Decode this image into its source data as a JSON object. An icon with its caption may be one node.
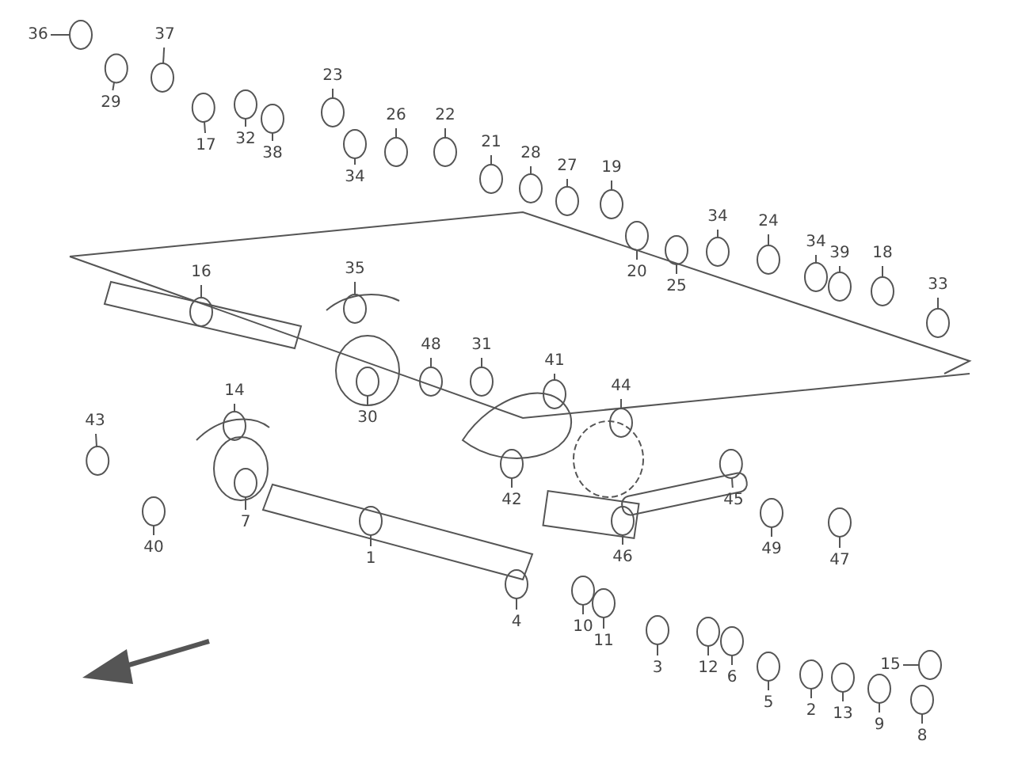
{
  "diagram": {
    "nodes": [
      {
        "text": [
          "36"
        ]
      },
      {
        "text": [
          "37"
        ]
      },
      {
        "text": [
          "29"
        ]
      },
      {
        "text": [
          "17"
        ]
      },
      {
        "text": [
          "32"
        ]
      },
      {
        "text": [
          "38"
        ]
      },
      {
        "text": [
          "23"
        ]
      },
      {
        "text": [
          "34"
        ]
      },
      {
        "text": [
          "26"
        ]
      },
      {
        "text": [
          "22"
        ]
      },
      {
        "text": [
          "21"
        ]
      },
      {
        "text": [
          "28"
        ]
      },
      {
        "text": [
          "27"
        ]
      },
      {
        "text": [
          "19"
        ]
      },
      {
        "text": [
          "20"
        ]
      },
      {
        "text": [
          "25"
        ]
      },
      {
        "text": [
          "34"
        ]
      },
      {
        "text": [
          "24"
        ]
      },
      {
        "text": [
          "34"
        ]
      },
      {
        "text": [
          "39"
        ]
      },
      {
        "text": [
          "18"
        ]
      },
      {
        "text": [
          "33"
        ]
      },
      {
        "text": [
          "16"
        ]
      },
      {
        "text": [
          "35"
        ]
      },
      {
        "text": [
          "48"
        ]
      },
      {
        "text": [
          "31"
        ]
      },
      {
        "text": [
          "41"
        ]
      },
      {
        "text": [
          "44"
        ]
      },
      {
        "text": [
          "30"
        ]
      },
      {
        "text": [
          "14"
        ]
      },
      {
        "text": [
          "43"
        ]
      },
      {
        "text": [
          "7"
        ]
      },
      {
        "text": [
          "40"
        ]
      },
      {
        "text": [
          "42"
        ]
      },
      {
        "text": [
          "45"
        ]
      },
      {
        "text": [
          "46"
        ]
      },
      {
        "text": [
          "1"
        ]
      },
      {
        "text": [
          "49"
        ]
      },
      {
        "text": [
          "47"
        ]
      },
      {
        "text": [
          "4"
        ]
      },
      {
        "text": [
          "10"
        ]
      },
      {
        "text": [
          "11"
        ]
      },
      {
        "text": [
          "3"
        ]
      },
      {
        "text": [
          "12"
        ]
      },
      {
        "text": [
          "6"
        ]
      },
      {
        "text": [
          "5"
        ]
      },
      {
        "text": [
          "2"
        ]
      },
      {
        "text": [
          "13"
        ]
      },
      {
        "text": [
          "9"
        ]
      },
      {
        "text": [
          "15"
        ]
      },
      {
        "text": [
          "8"
        ]
      },
      {
        "text": [],
        "shape": "circle"
      },
      {
        "text": [],
        "shape": "circle"
      },
      {
        "text": [],
        "shape": "circle"
      },
      {
        "text": [],
        "shape": "circle"
      },
      {
        "text": [],
        "shape": "circle"
      },
      {
        "text": [],
        "shape": "circle"
      },
      {
        "text": [],
        "shape": "circle"
      },
      {
        "text": [],
        "shape": "circle"
      },
      {
        "text": [],
        "shape": "circle"
      },
      {
        "text": [],
        "shape": "circle"
      },
      {
        "text": [],
        "shape": "circle"
      },
      {
        "text": [],
        "shape": "circle"
      },
      {
        "text": [],
        "shape": "circle"
      },
      {
        "text": [],
        "shape": "circle"
      },
      {
        "text": [],
        "shape": "circle"
      },
      {
        "text": [],
        "shape": "circle"
      },
      {
        "text": [],
        "shape": "circle"
      },
      {
        "text": [],
        "shape": "circle"
      },
      {
        "text": [],
        "shape": "circle"
      },
      {
        "text": [],
        "shape": "circle"
      },
      {
        "text": [],
        "shape": "circle"
      },
      {
        "text": [],
        "shape": "circle"
      },
      {
        "text": [],
        "shape": "circle"
      },
      {
        "text": [],
        "shape": "circle"
      },
      {
        "text": [],
        "shape": "circle"
      },
      {
        "text": [],
        "shape": "circle"
      },
      {
        "text": [],
        "shape": "circle"
      },
      {
        "text": [],
        "shape": "circle"
      },
      {
        "text": [],
        "shape": "circle"
      },
      {
        "text": [],
        "shape": "circle"
      },
      {
        "text": [],
        "shape": "circle"
      },
      {
        "text": [],
        "shape": "circle"
      },
      {
        "text": [],
        "shape": "circle"
      },
      {
        "text": [],
        "shape": "circle"
      },
      {
        "text": [],
        "shape": "circle"
      },
      {
        "text": [],
        "shape": "circle"
      },
      {
        "text": [],
        "shape": "circle"
      },
      {
        "text": [],
        "shape": "circle"
      },
      {
        "text": [],
        "shape": "circle"
      },
      {
        "text": [],
        "shape": "circle"
      },
      {
        "text": [],
        "shape": "circle"
      },
      {
        "text": [],
        "shape": "circle"
      },
      {
        "text": [],
        "shape": "circle"
      },
      {
        "text": [],
        "shape": "circle"
      },
      {
        "text": [],
        "shape": "circle"
      },
      {
        "text": [],
        "shape": "circle"
      },
      {
        "text": [],
        "shape": "circle"
      },
      {
        "text": [],
        "shape": "circle"
      },
      {
        "text": [],
        "shape": "circle"
      },
      {
        "text": [],
        "shape": "circle"
      },
      {
        "text": [],
        "shape": "circle"
      }
    ],
    "edges": [
      {
        "from": 0,
        "to": 51,
        "arrow": "none"
      },
      {
        "from": 1,
        "to": 52,
        "arrow": "none"
      },
      {
        "from": 2,
        "to": 53,
        "arrow": "none"
      },
      {
        "from": 3,
        "to": 54,
        "arrow": "none"
      },
      {
        "from": 4,
        "to": 55,
        "arrow": "none"
      },
      {
        "from": 5,
        "to": 56,
        "arrow": "none"
      },
      {
        "from": 6,
        "to": 57,
        "arrow": "none"
      },
      {
        "from": 7,
        "to": 58,
        "arrow": "none"
      },
      {
        "from": 8,
        "to": 59,
        "arrow": "none"
      },
      {
        "from": 9,
        "to": 60,
        "arrow": "none"
      },
      {
        "from": 10,
        "to": 61,
        "arrow": "none"
      },
      {
        "from": 11,
        "to": 62,
        "arrow": "none"
      },
      {
        "from": 12,
        "to": 63,
        "arrow": "none"
      },
      {
        "from": 13,
        "to": 64,
        "arrow": "none"
      },
      {
        "from": 14,
        "to": 65,
        "arrow": "none"
      },
      {
        "from": 15,
        "to": 66,
        "arrow": "none"
      },
      {
        "from": 16,
        "to": 67,
        "arrow": "none"
      },
      {
        "from": 17,
        "to": 68,
        "arrow": "none"
      },
      {
        "from": 18,
        "to": 69,
        "arrow": "none"
      },
      {
        "from": 19,
        "to": 70,
        "arrow": "none"
      },
      {
        "from": 20,
        "to": 71,
        "arrow": "none"
      },
      {
        "from": 21,
        "to": 72,
        "arrow": "none"
      },
      {
        "from": 22,
        "to": 73,
        "arrow": "none"
      },
      {
        "from": 23,
        "to": 74,
        "arrow": "none"
      },
      {
        "from": 24,
        "to": 75,
        "arrow": "none"
      },
      {
        "from": 25,
        "to": 76,
        "arrow": "none"
      },
      {
        "from": 26,
        "to": 77,
        "arrow": "none"
      },
      {
        "from": 27,
        "to": 78,
        "arrow": "none"
      },
      {
        "from": 28,
        "to": 79,
        "arrow": "none"
      },
      {
        "from": 29,
        "to": 80,
        "arrow": "none"
      },
      {
        "from": 30,
        "to": 81,
        "arrow": "none"
      },
      {
        "from": 31,
        "to": 82,
        "arrow": "none"
      },
      {
        "from": 32,
        "to": 83,
        "arrow": "none"
      },
      {
        "from": 33,
        "to": 84,
        "arrow": "none"
      },
      {
        "from": 34,
        "to": 85,
        "arrow": "none"
      },
      {
        "from": 35,
        "to": 86,
        "arrow": "none"
      },
      {
        "from": 36,
        "to": 87,
        "arrow": "none"
      },
      {
        "from": 37,
        "to": 88,
        "arrow": "none"
      },
      {
        "from": 38,
        "to": 89,
        "arrow": "none"
      },
      {
        "from": 39,
        "to": 90,
        "arrow": "none"
      },
      {
        "from": 40,
        "to": 91,
        "arrow": "none"
      },
      {
        "from": 41,
        "to": 92,
        "arrow": "none"
      },
      {
        "from": 42,
        "to": 93,
        "arrow": "none"
      },
      {
        "from": 43,
        "to": 94,
        "arrow": "none"
      },
      {
        "from": 44,
        "to": 95,
        "arrow": "none"
      },
      {
        "from": 45,
        "to": 96,
        "arrow": "none"
      },
      {
        "from": 46,
        "to": 97,
        "arrow": "none"
      },
      {
        "from": 47,
        "to": 98,
        "arrow": "none"
      },
      {
        "from": 48,
        "to": 99,
        "arrow": "none"
      },
      {
        "from": 49,
        "to": 100,
        "arrow": "none"
      },
      {
        "from": 50,
        "to": 101,
        "arrow": "none"
      }
    ]
  }
}
